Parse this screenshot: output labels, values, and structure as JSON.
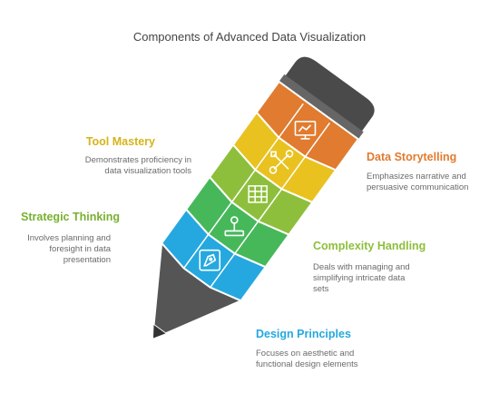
{
  "title": "Components of Advanced Data Visualization",
  "colors": {
    "orange": "#e07b2f",
    "yellow": "#e9c21f",
    "lime": "#8ebf3c",
    "green": "#46b85a",
    "blue": "#25a8df",
    "dark": "#555555"
  },
  "items": {
    "tool_mastery": {
      "label": "Tool Mastery",
      "desc": [
        "Demonstrates proficiency in",
        "data visualization tools"
      ],
      "icon": "tools-icon"
    },
    "data_storytelling": {
      "label": "Data Storytelling",
      "desc": [
        "Emphasizes narrative and",
        "persuasive communication"
      ],
      "icon": "chart-presentation-icon"
    },
    "strategic_thinking": {
      "label": "Strategic Thinking",
      "desc": [
        "Involves planning and",
        "foresight in data",
        "presentation"
      ],
      "icon": "spreadsheet-icon"
    },
    "complexity_handling": {
      "label": "Complexity Handling",
      "desc": [
        "Deals with managing and",
        "simplifying intricate data",
        "sets"
      ],
      "icon": "joystick-icon"
    },
    "design_principles": {
      "label": "Design Principles",
      "desc": [
        "Focuses on aesthetic and",
        "functional design elements"
      ],
      "icon": "pen-tool-icon"
    }
  }
}
